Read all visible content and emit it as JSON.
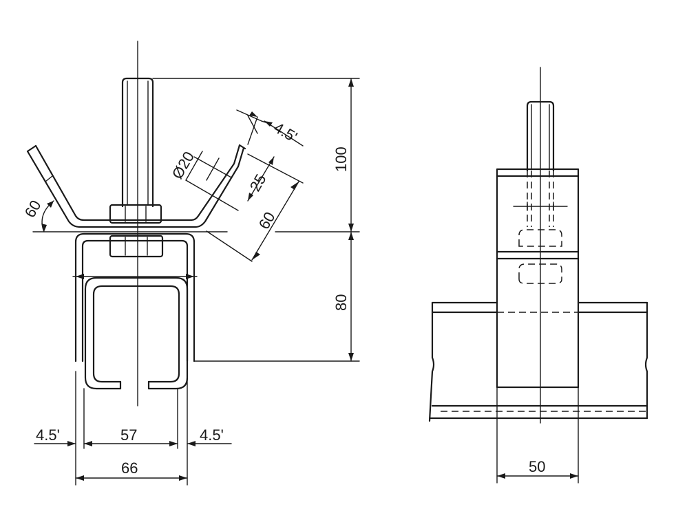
{
  "drawing": {
    "dim_4_5_left": "4.5'",
    "dim_57": "57",
    "dim_4_5_right": "4.5'",
    "dim_66": "66",
    "dim_80": "80",
    "dim_100": "100",
    "dim_angle_60": "60",
    "dim_diameter_20": "Ø20",
    "dim_25": "25",
    "dim_60_slot": "60",
    "dim_4_5_plate": "4.5'",
    "dim_50": "50"
  },
  "colors": {
    "ink": "#1a1a1a",
    "paper": "#ffffff"
  }
}
